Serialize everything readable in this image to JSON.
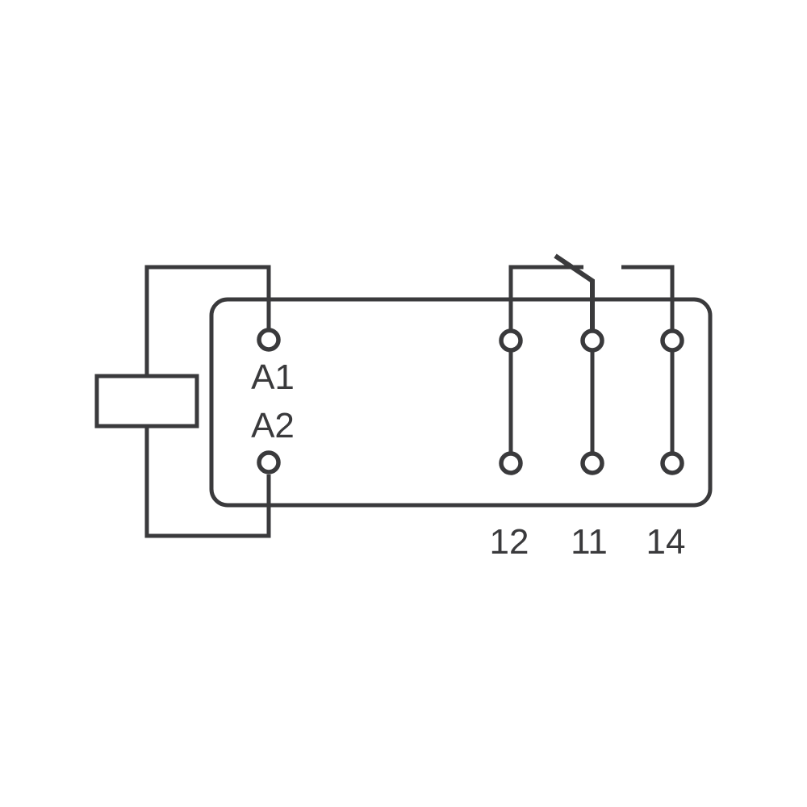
{
  "diagram": {
    "kind": "relay-circuit-schematic",
    "colors": {
      "line": "#3a3a3c",
      "background": "#ffffff"
    },
    "coil": {
      "terminals": [
        "A1",
        "A2"
      ]
    },
    "contact": {
      "terminals": [
        "12",
        "11",
        "14"
      ]
    },
    "labels": {
      "a1": "A1",
      "a2": "A2",
      "t12": "12",
      "t11": "11",
      "t14": "14"
    }
  }
}
